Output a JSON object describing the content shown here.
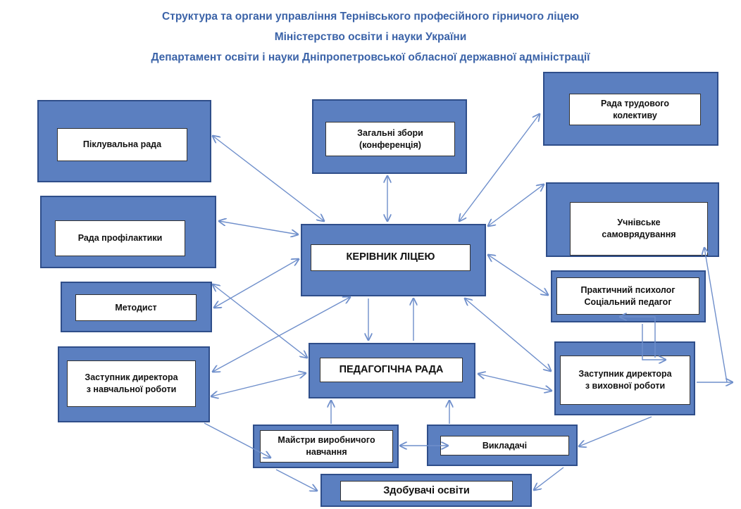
{
  "header": {
    "title_line1": "Структура та органи управління Тернівського професійного гірничого ліцею",
    "title_line2": "Міністерство освіти і науки України",
    "title_line3": "Департамент освіти і науки Дніпропетровської обласної державної адміністрації"
  },
  "nodes": {
    "board_of_trustees": "Піклувальна рада",
    "general_meeting": "Загальні збори\n(конференція)",
    "labor_council": "Рада трудового\nколективу",
    "prevention_council": "Рада профілактики",
    "director": "КЕРІВНИК ЛІЦЕЮ",
    "student_government": "Учнівське\nсамоврядування",
    "methodist": "Методист",
    "psychologist": "Практичний психолог\nСоціальний педагог",
    "deputy_education": "Заступник директора\nз навчальної роботи",
    "pedagogical_council": "ПЕДАГОГІЧНА РАДА",
    "deputy_upbringing": "Заступник директора\nз виховної роботи",
    "masters": "Майстри виробничого\nнавчання",
    "teachers": "Викладачі",
    "students": "Здобувачі освіти"
  },
  "colors": {
    "title": "#3b63a8",
    "box_fill": "#5b7fc0",
    "box_border": "#2f4e8a",
    "arrow": "#6f8fcb"
  }
}
